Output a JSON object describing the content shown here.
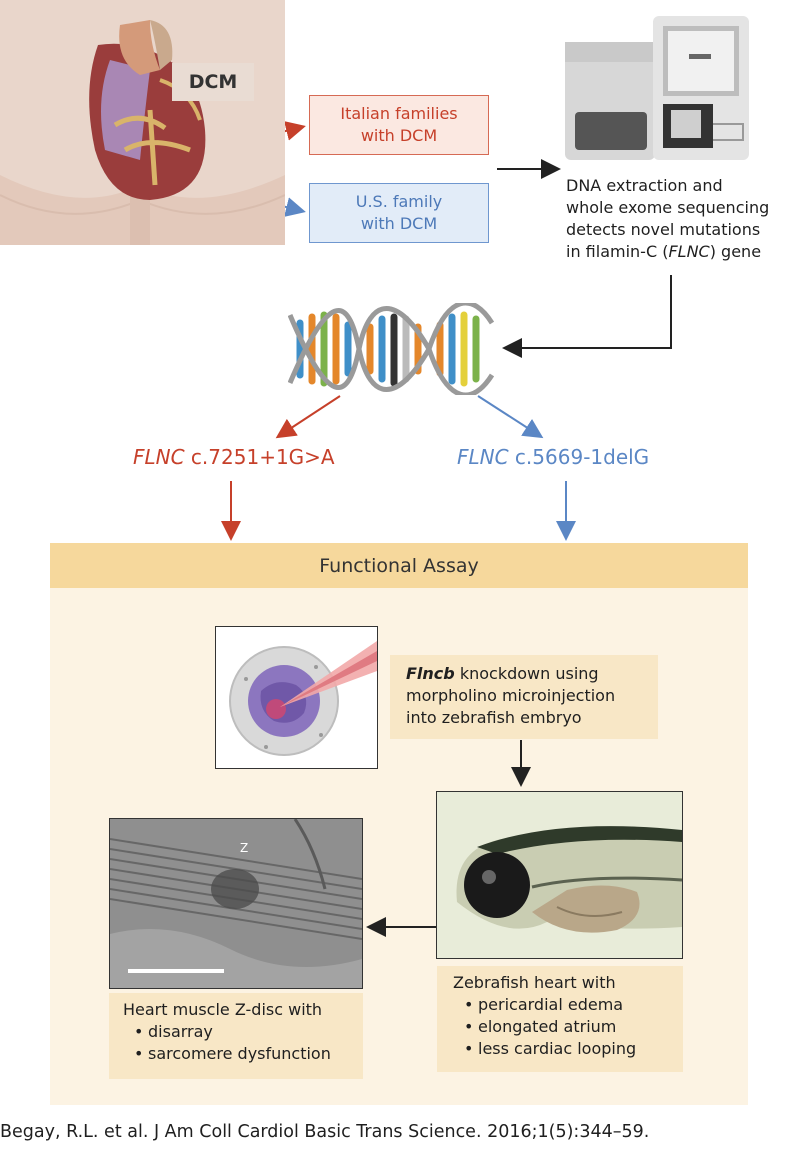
{
  "torso": {
    "label": "DCM"
  },
  "families": {
    "italian": {
      "line1": "Italian families",
      "line2": "with DCM"
    },
    "us": {
      "line1": "U.S. family",
      "line2": "with DCM"
    }
  },
  "sequencing": {
    "line1": "DNA extraction and",
    "line2": "whole exome sequencing",
    "line3": "detects novel mutations",
    "line4_pre": "in filamin-C (",
    "line4_gene": "FLNC",
    "line4_post": ") gene"
  },
  "mutations": {
    "left": {
      "gene": "FLNC",
      "variant": " c.7251+1G>A"
    },
    "right": {
      "gene": "FLNC",
      "variant": " c.5669-1delG"
    }
  },
  "assay": {
    "header": "Functional Assay",
    "morpholino": {
      "gene": "Flncb",
      "line1_rest": " knockdown using",
      "line2": "morpholino microinjection",
      "line3": "into zebrafish embryo"
    },
    "zebrafish": {
      "title": "Zebrafish heart with",
      "bullets": [
        "pericardial edema",
        "elongated atrium",
        "less cardiac looping"
      ]
    },
    "zdisc": {
      "title": "Heart muscle Z-disc with",
      "bullets": [
        "disarray",
        "sarcomere dysfunction"
      ],
      "micrograph_label": "Z"
    }
  },
  "citation": "Begay, R.L. et al. J Am Coll Cardiol Basic Trans Science. 2016;1(5):344–59.",
  "colors": {
    "red": "#c6402a",
    "blue": "#5b87c5",
    "header_bg": "#f6d89c",
    "panel_bg": "#fcf3e3",
    "caption_bg": "#f8e7c6"
  }
}
